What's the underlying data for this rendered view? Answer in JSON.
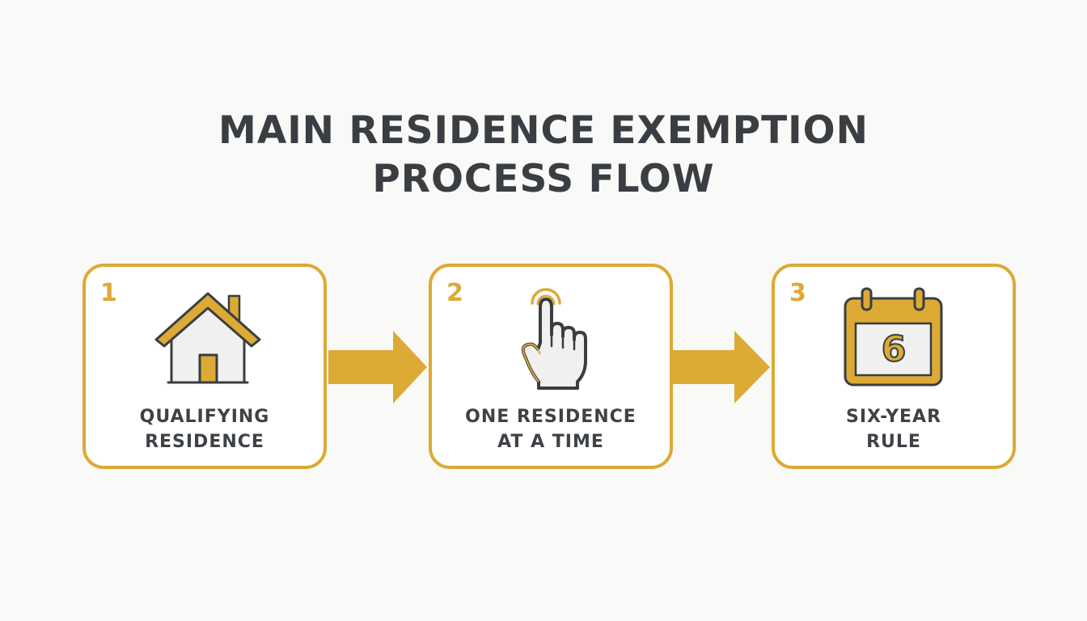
{
  "title": {
    "line1": "MAIN RESIDENCE EXEMPTION",
    "line2": "PROCESS FLOW"
  },
  "colors": {
    "accent": "#dcaa35",
    "text": "#3a3e42",
    "background": "#f9f9f8",
    "icon_fill": "#f0f0ef"
  },
  "steps": [
    {
      "number": "1",
      "label_line1": "QUALIFYING",
      "label_line2": "RESIDENCE",
      "icon": "house-icon"
    },
    {
      "number": "2",
      "label_line1": "ONE RESIDENCE",
      "label_line2": "AT A TIME",
      "icon": "pointing-hand-icon"
    },
    {
      "number": "3",
      "label_line1": "SIX-YEAR",
      "label_line2": "RULE",
      "icon": "calendar-icon",
      "icon_text": "6"
    }
  ]
}
